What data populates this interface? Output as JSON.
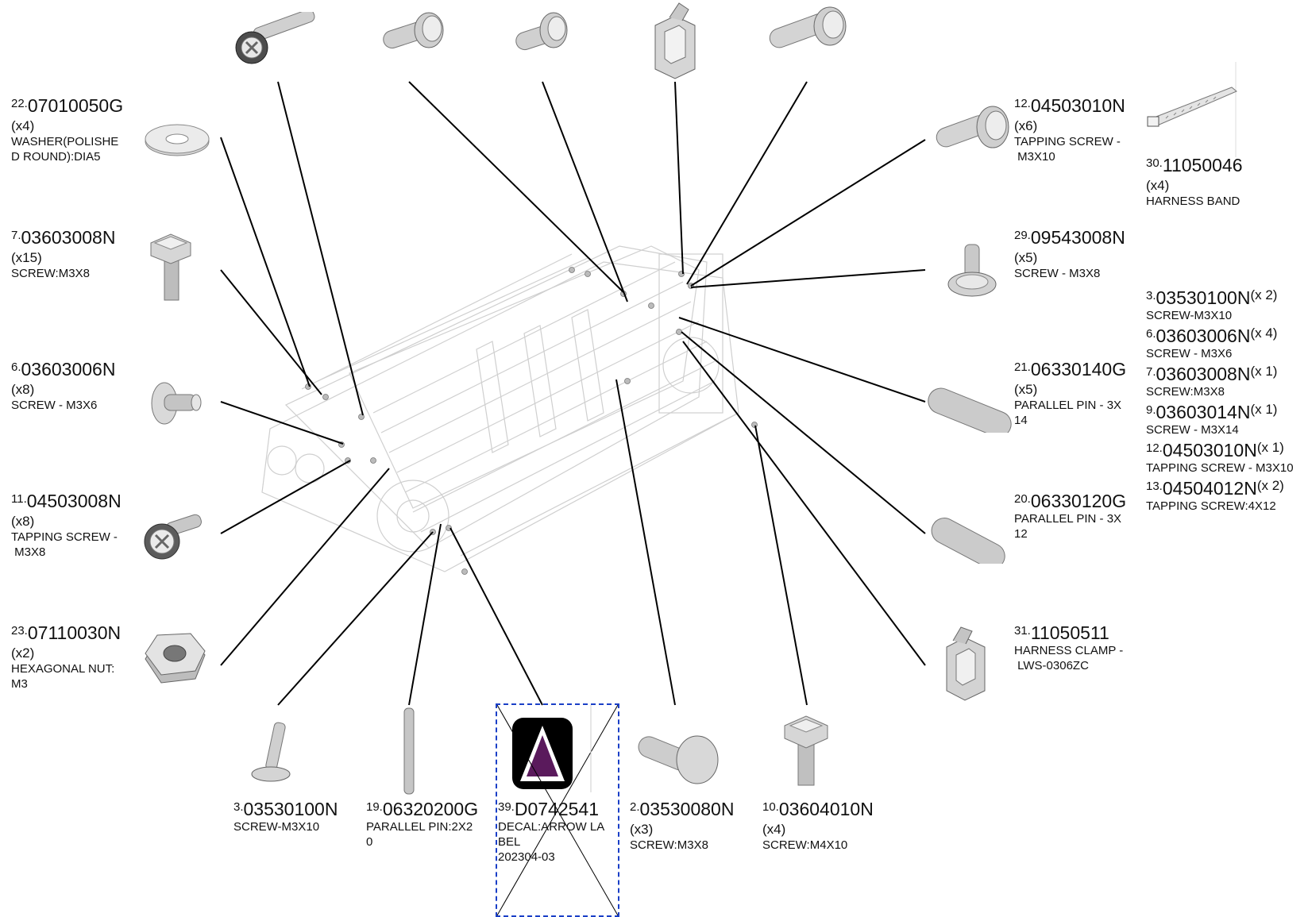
{
  "callouts": [
    {
      "id": "c22",
      "ref": "22.",
      "pn": "07010050G",
      "qty": "(x4)",
      "desc": "WASHER(POLISHE\nD ROUND):DIA5",
      "icon": "washer-icon"
    },
    {
      "id": "c7",
      "ref": "7.",
      "pn": "03603008N",
      "qty": "(x15)",
      "desc": "SCREW:M3X8",
      "icon": "hex-screw-icon"
    },
    {
      "id": "c6",
      "ref": "6.",
      "pn": "03603006N",
      "qty": "(x8)",
      "desc": "SCREW - M3X6",
      "icon": "short-screw-icon"
    },
    {
      "id": "c11",
      "ref": "11.",
      "pn": "04503008N",
      "qty": "(x8)",
      "desc": "TAPPING SCREW -\n M3X8",
      "icon": "tapping-screw-icon"
    },
    {
      "id": "c23",
      "ref": "23.",
      "pn": "07110030N",
      "qty": "(x2)",
      "desc": "HEXAGONAL NUT:\nM3",
      "icon": "hex-nut-icon"
    },
    {
      "id": "c12",
      "ref": "12.",
      "pn": "04503010N",
      "qty": "(x6)",
      "desc": "TAPPING SCREW -\n M3X10",
      "icon": "tapping-screw-icon"
    },
    {
      "id": "c30",
      "ref": "30.",
      "pn": "11050046",
      "qty": "(x4)",
      "desc": "HARNESS BAND",
      "icon": "harness-band-icon"
    },
    {
      "id": "c29",
      "ref": "29.",
      "pn": "09543008N",
      "qty": "(x5)",
      "desc": "SCREW - M3X8",
      "icon": "flange-screw-icon"
    },
    {
      "id": "c21",
      "ref": "21.",
      "pn": "06330140G",
      "qty": "(x5)",
      "desc": "PARALLEL PIN - 3X\n14",
      "icon": "parallel-pin-icon"
    },
    {
      "id": "c20",
      "ref": "20.",
      "pn": "06330120G",
      "qty": "",
      "desc": "PARALLEL PIN - 3X\n12",
      "icon": "parallel-pin-icon"
    },
    {
      "id": "c31",
      "ref": "31.",
      "pn": "11050511",
      "qty": "",
      "desc": "HARNESS CLAMP -\n LWS-0306ZC",
      "icon": "harness-clamp-icon"
    },
    {
      "id": "c3",
      "ref": "3.",
      "pn": "03530100N",
      "qty": "",
      "desc": "SCREW-M3X10",
      "icon": "pan-screw-icon"
    },
    {
      "id": "c19",
      "ref": "19.",
      "pn": "06320200G",
      "qty": "",
      "desc": "PARALLEL PIN:2X2\n0",
      "icon": "long-pin-icon"
    },
    {
      "id": "c39",
      "ref": "39.",
      "pn": "D0742541",
      "qty": "",
      "desc": "DECAL:ARROW LA\nBEL\n202304-03",
      "icon": "arrow-decal-icon"
    },
    {
      "id": "c2",
      "ref": "2.",
      "pn": "03530080N",
      "qty": "(x3)",
      "desc": "SCREW:M3X8",
      "icon": "pan-screw-icon"
    },
    {
      "id": "c10",
      "ref": "10.",
      "pn": "03604010N",
      "qty": "(x4)",
      "desc": "SCREW:M4X10",
      "icon": "hex-screw-icon"
    }
  ],
  "kit": [
    {
      "ref": "3.",
      "pn": "03530100N",
      "qty": "(x 2)",
      "desc": "SCREW-M3X10"
    },
    {
      "ref": "6.",
      "pn": "03603006N",
      "qty": "(x 4)",
      "desc": "SCREW - M3X6"
    },
    {
      "ref": "7.",
      "pn": "03603008N",
      "qty": "(x 1)",
      "desc": "SCREW:M3X8"
    },
    {
      "ref": "9.",
      "pn": "03603014N",
      "qty": "(x 1)",
      "desc": "SCREW - M3X14"
    },
    {
      "ref": "12.",
      "pn": "04503010N",
      "qty": "(x 1)",
      "desc": "TAPPING SCREW - M3X10"
    },
    {
      "ref": "13.",
      "pn": "04504012N",
      "qty": "(x 2)",
      "desc": "TAPPING SCREW:4X12"
    }
  ],
  "top_parts": [
    {
      "icon": "tapping-screw-icon"
    },
    {
      "icon": "flange-screw-icon"
    },
    {
      "icon": "flange-screw-icon"
    },
    {
      "icon": "harness-clamp-icon"
    },
    {
      "icon": "flange-screw-icon"
    }
  ],
  "colors": {
    "leader": "#000000",
    "decal_fill": "#5a1a5c",
    "decal_frame": "#1a3fc7",
    "assembly_line": "#c8c8c8"
  }
}
